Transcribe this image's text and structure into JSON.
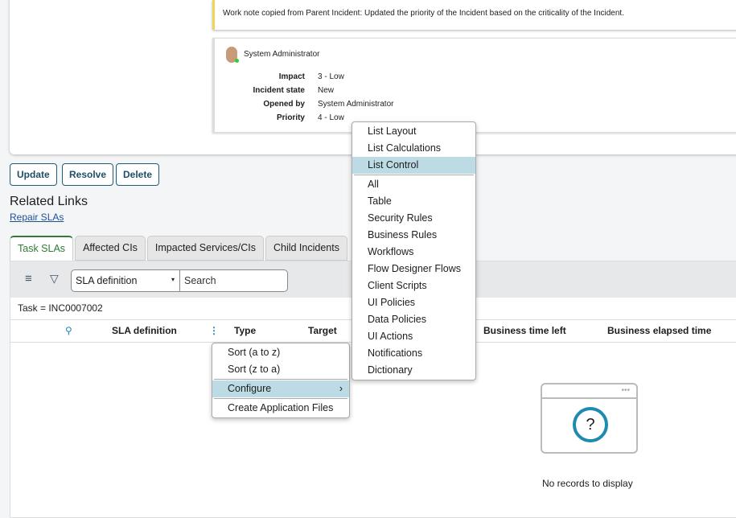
{
  "activity": {
    "work_note": "Work note copied from Parent Incident: Updated the priority of the Incident based on the criticality of the Incident.",
    "author": "System Administrator",
    "fields": [
      {
        "label": "Impact",
        "value": "3 - Low"
      },
      {
        "label": "Incident state",
        "value": "New"
      },
      {
        "label": "Opened by",
        "value": "System Administrator"
      },
      {
        "label": "Priority",
        "value": "4 - Low"
      }
    ]
  },
  "buttons": {
    "update": "Update",
    "resolve": "Resolve",
    "delete": "Delete"
  },
  "related_links": {
    "title": "Related Links",
    "repair": "Repair SLAs"
  },
  "tabs": [
    "Task SLAs",
    "Affected CIs",
    "Impacted Services/CIs",
    "Child Incidents"
  ],
  "list": {
    "field_select": "SLA definition",
    "search_placeholder": "Search",
    "filter": "Task = INC0007002",
    "columns": [
      "SLA definition",
      "Type",
      "Target",
      "Business time left",
      "Business elapsed time"
    ],
    "empty": "No records to display"
  },
  "context_menu": [
    "Sort (a to z)",
    "Sort (z to a)",
    "Configure",
    "Create Application Files"
  ],
  "configure_menu": [
    "List Layout",
    "List Calculations",
    "List Control",
    "All",
    "Table",
    "Security Rules",
    "Business Rules",
    "Workflows",
    "Flow Designer Flows",
    "Client Scripts",
    "UI Policies",
    "Data Policies",
    "UI Actions",
    "Notifications",
    "Dictionary"
  ]
}
